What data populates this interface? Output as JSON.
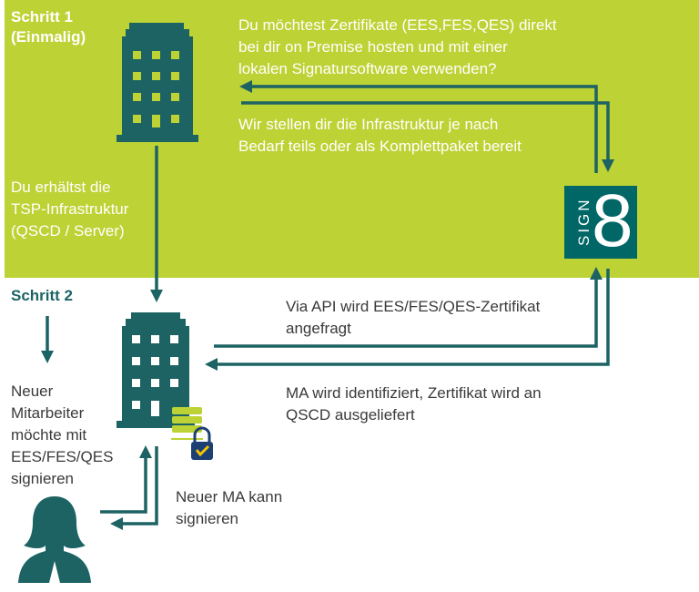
{
  "colors": {
    "green": "#bdd234",
    "teal": "#1d6363",
    "logo": "#006666"
  },
  "step1": {
    "title": "Schritt 1",
    "subtitle": "(Einmalig)"
  },
  "step2": {
    "title": "Schritt 2"
  },
  "question": [
    "Du möchtest Zertifikate (EES,FES,QES) direkt",
    "bei dir on Premise hosten und mit einer",
    "lokalen Signatursoftware verwenden?"
  ],
  "answer": [
    "Wir stellen dir die Infrastruktur je nach",
    "Bedarf teils oder als Komplettpaket bereit"
  ],
  "receive": [
    "Du erhältst die",
    "TSP-Infrastruktur",
    "(QSCD / Server)"
  ],
  "api": [
    "Via API wird EES/FES/QES-Zertifikat",
    "angefragt"
  ],
  "identify": [
    "MA wird identifiziert, Zertifikat wird an",
    "QSCD ausgeliefert"
  ],
  "employee": [
    "Neuer",
    "Mitarbeiter",
    "möchte mit",
    "EES/FES/QES",
    "signieren"
  ],
  "cansign": [
    "Neuer MA kann",
    "signieren"
  ],
  "logo": {
    "word": "SIGN",
    "digit": "8"
  }
}
